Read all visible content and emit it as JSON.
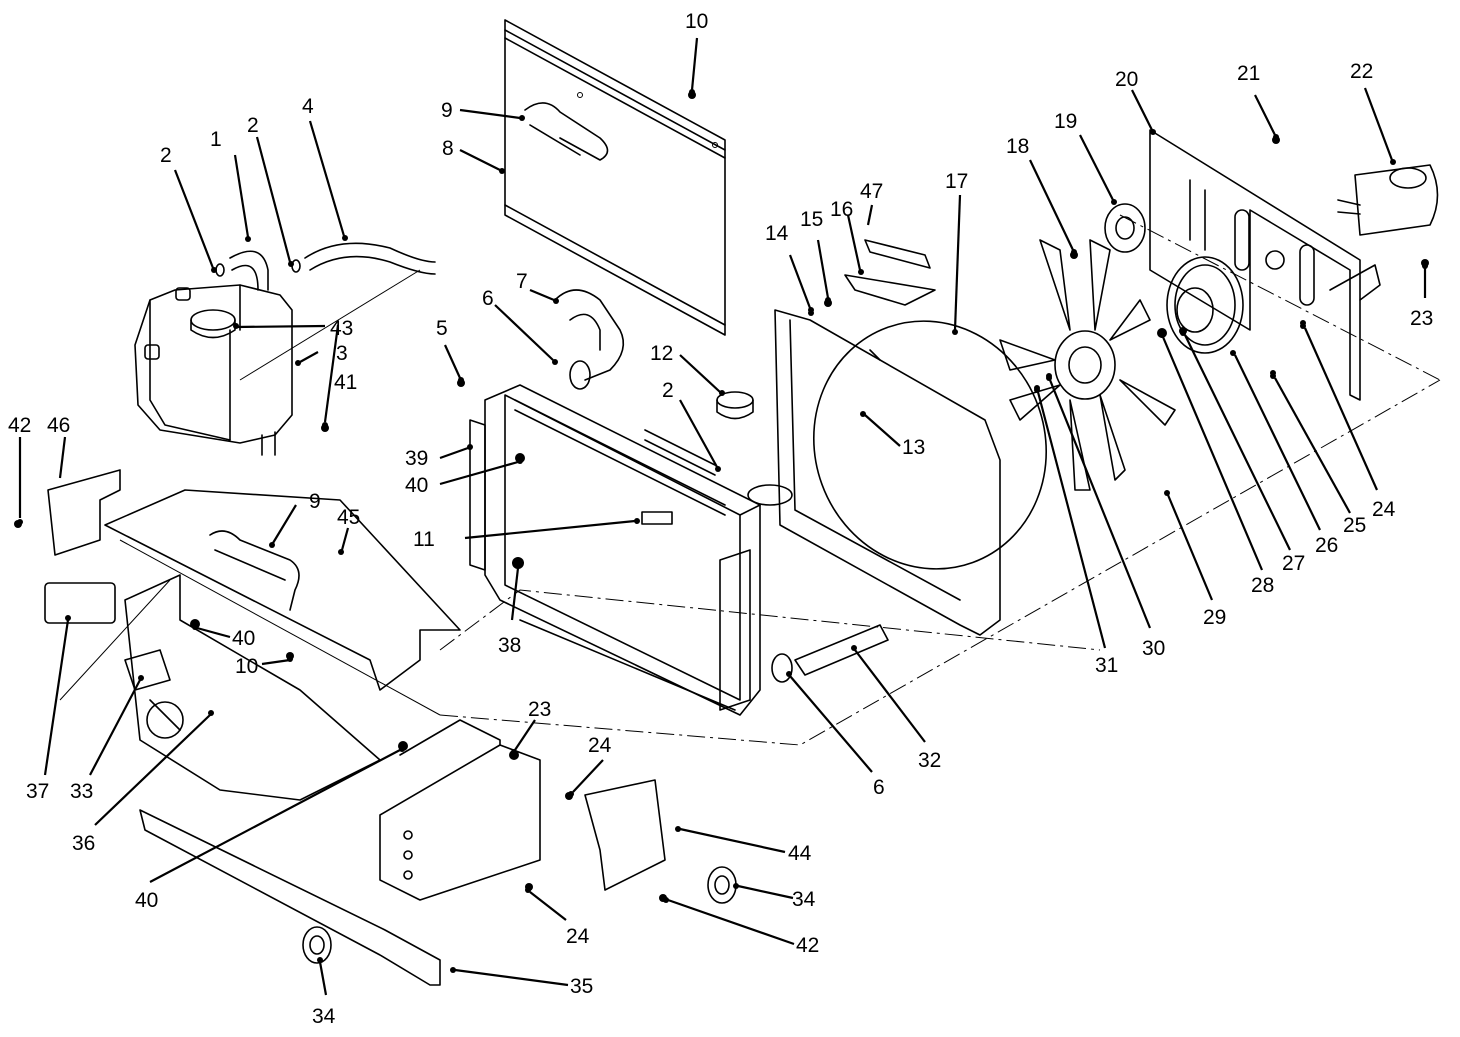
{
  "colors": {
    "line": "#000000",
    "background": "#ffffff"
  },
  "callouts": [
    {
      "id": "c1",
      "label": "1"
    },
    {
      "id": "c2a",
      "label": "2"
    },
    {
      "id": "c2b",
      "label": "2"
    },
    {
      "id": "c2c",
      "label": "2"
    },
    {
      "id": "c3",
      "label": "3"
    },
    {
      "id": "c4",
      "label": "4"
    },
    {
      "id": "c5",
      "label": "5"
    },
    {
      "id": "c6a",
      "label": "6"
    },
    {
      "id": "c6b",
      "label": "6"
    },
    {
      "id": "c7",
      "label": "7"
    },
    {
      "id": "c8",
      "label": "8"
    },
    {
      "id": "c9a",
      "label": "9"
    },
    {
      "id": "c9b",
      "label": "9"
    },
    {
      "id": "c10a",
      "label": "10"
    },
    {
      "id": "c10b",
      "label": "10"
    },
    {
      "id": "c11",
      "label": "11"
    },
    {
      "id": "c12",
      "label": "12"
    },
    {
      "id": "c13",
      "label": "13"
    },
    {
      "id": "c14",
      "label": "14"
    },
    {
      "id": "c15",
      "label": "15"
    },
    {
      "id": "c16",
      "label": "16"
    },
    {
      "id": "c17",
      "label": "17"
    },
    {
      "id": "c18",
      "label": "18"
    },
    {
      "id": "c19",
      "label": "19"
    },
    {
      "id": "c20",
      "label": "20"
    },
    {
      "id": "c21",
      "label": "21"
    },
    {
      "id": "c22",
      "label": "22"
    },
    {
      "id": "c23a",
      "label": "23"
    },
    {
      "id": "c23b",
      "label": "23"
    },
    {
      "id": "c24a",
      "label": "24"
    },
    {
      "id": "c24b",
      "label": "24"
    },
    {
      "id": "c24c",
      "label": "24"
    },
    {
      "id": "c25",
      "label": "25"
    },
    {
      "id": "c26",
      "label": "26"
    },
    {
      "id": "c27",
      "label": "27"
    },
    {
      "id": "c28",
      "label": "28"
    },
    {
      "id": "c29",
      "label": "29"
    },
    {
      "id": "c30",
      "label": "30"
    },
    {
      "id": "c31",
      "label": "31"
    },
    {
      "id": "c32",
      "label": "32"
    },
    {
      "id": "c33",
      "label": "33"
    },
    {
      "id": "c34a",
      "label": "34"
    },
    {
      "id": "c34b",
      "label": "34"
    },
    {
      "id": "c35",
      "label": "35"
    },
    {
      "id": "c36",
      "label": "36"
    },
    {
      "id": "c37",
      "label": "37"
    },
    {
      "id": "c38",
      "label": "38"
    },
    {
      "id": "c39",
      "label": "39"
    },
    {
      "id": "c40a",
      "label": "40"
    },
    {
      "id": "c40b",
      "label": "40"
    },
    {
      "id": "c40c",
      "label": "40"
    },
    {
      "id": "c41",
      "label": "41"
    },
    {
      "id": "c42a",
      "label": "42"
    },
    {
      "id": "c42b",
      "label": "42"
    },
    {
      "id": "c43",
      "label": "43"
    },
    {
      "id": "c44",
      "label": "44"
    },
    {
      "id": "c45",
      "label": "45"
    },
    {
      "id": "c46",
      "label": "46"
    },
    {
      "id": "c47",
      "label": "47"
    }
  ]
}
